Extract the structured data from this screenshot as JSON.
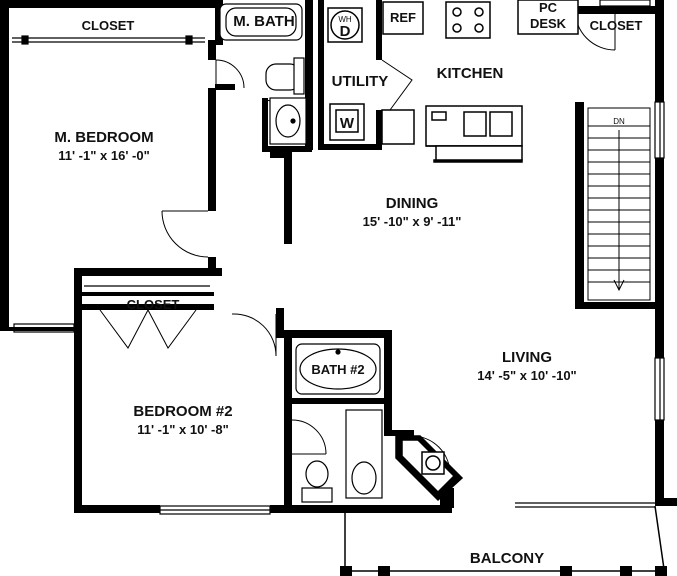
{
  "rooms": {
    "closet_master": "CLOSET",
    "master_bath": "M. BATH",
    "water_heater": "WH",
    "water_heater_letter": "D",
    "refrigerator": "REF",
    "pc_desk_line1": "PC",
    "pc_desk_line2": "DESK",
    "closet_kitchen": "CLOSET",
    "utility": "UTILITY",
    "washer": "W",
    "kitchen": "KITCHEN",
    "master_bedroom": {
      "name": "M. BEDROOM",
      "size": "11' -1\" x 16' -0\""
    },
    "dining": {
      "name": "DINING",
      "size": "15' -10\" x 9' -11\""
    },
    "stairs_label": "DN",
    "closet_bedroom2": "CLOSET",
    "bath2": "BATH #2",
    "bedroom2": {
      "name": "BEDROOM #2",
      "size": "11' -1\" x 10' -8\""
    },
    "living": {
      "name": "LIVING",
      "size": "14' -5\" x 10' -10\""
    },
    "balcony": "BALCONY"
  },
  "colors": {
    "wall": "#000000",
    "background": "#ffffff",
    "fixture": "#cccccc"
  }
}
